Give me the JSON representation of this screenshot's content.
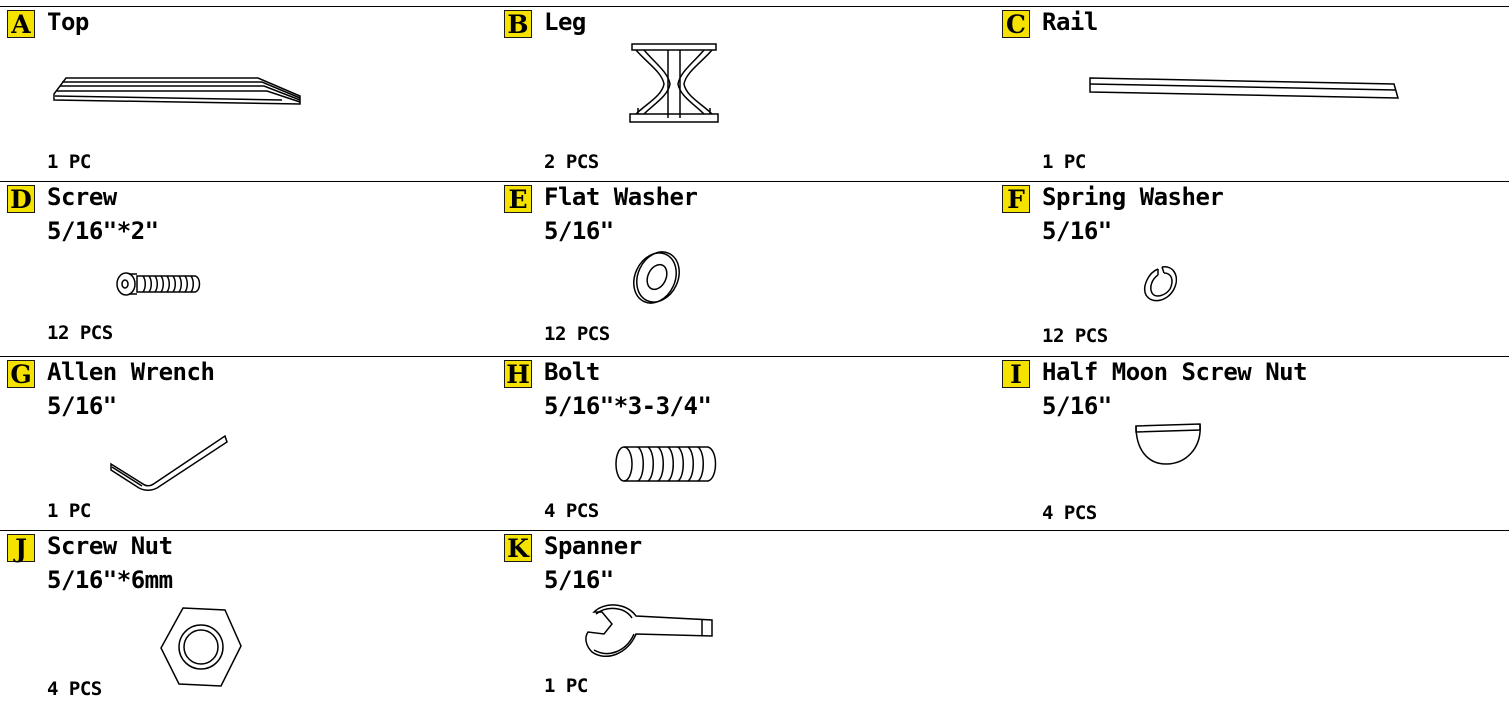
{
  "parts": [
    {
      "letter": "A",
      "name": "Top",
      "size": "",
      "qty": "1 PC",
      "icon": "tabletop-icon"
    },
    {
      "letter": "B",
      "name": "Leg",
      "size": "",
      "qty": "2 PCS",
      "icon": "table-leg-icon"
    },
    {
      "letter": "C",
      "name": "Rail",
      "size": "",
      "qty": "1 PC",
      "icon": "rail-icon"
    },
    {
      "letter": "D",
      "name": "Screw",
      "size": "5/16\"*2\"",
      "qty": "12 PCS",
      "icon": "screw-icon"
    },
    {
      "letter": "E",
      "name": "Flat Washer",
      "size": "5/16\"",
      "qty": "12 PCS",
      "icon": "flat-washer-icon"
    },
    {
      "letter": "F",
      "name": "Spring Washer",
      "size": "5/16\"",
      "qty": "12 PCS",
      "icon": "spring-washer-icon"
    },
    {
      "letter": "G",
      "name": "Allen Wrench",
      "size": "5/16\"",
      "qty": "1 PC",
      "icon": "allen-wrench-icon"
    },
    {
      "letter": "H",
      "name": "Bolt",
      "size": "5/16\"*3-3/4\"",
      "qty": "4 PCS",
      "icon": "bolt-icon"
    },
    {
      "letter": "I",
      "name": "Half Moon Screw Nut",
      "size": "5/16\"",
      "qty": "4 PCS",
      "icon": "half-moon-nut-icon"
    },
    {
      "letter": "J",
      "name": "Screw Nut",
      "size": "5/16\"*6mm",
      "qty": "4 PCS",
      "icon": "hex-nut-icon"
    },
    {
      "letter": "K",
      "name": "Spanner",
      "size": "5/16\"",
      "qty": "1 PC",
      "icon": "spanner-icon"
    }
  ],
  "colors": {
    "badge": "#f5e200",
    "line": "#000000"
  }
}
